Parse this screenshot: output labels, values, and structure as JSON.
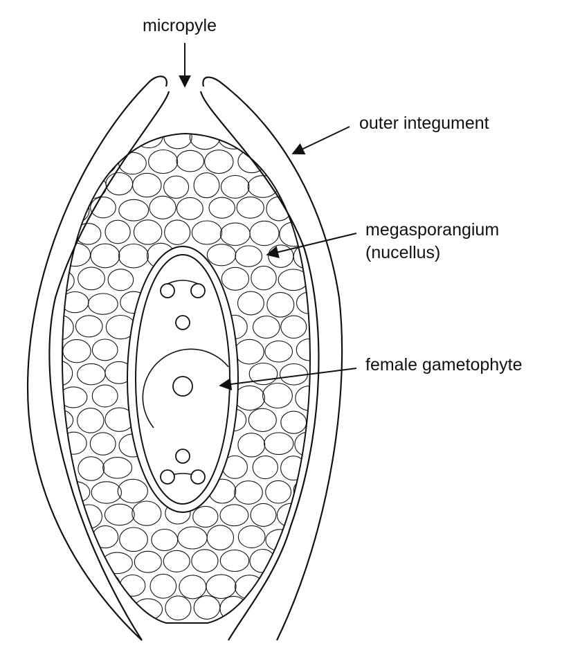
{
  "labels": {
    "micropyle": "micropyle",
    "outer_integument": "outer integument",
    "megasporangium_line1": "megasporangium",
    "megasporangium_line2": "(nucellus)",
    "female_gametophyte": "female gametophyte"
  },
  "colors": {
    "stroke": "#111111",
    "background": "#ffffff"
  }
}
